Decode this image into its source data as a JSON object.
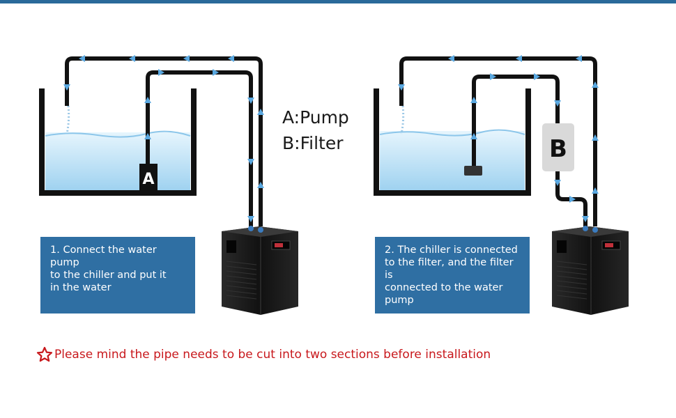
{
  "legend": {
    "pump": "A:Pump",
    "filter": "B:Filter"
  },
  "markers": {
    "pump": "A",
    "filter": "B"
  },
  "captions": [
    {
      "lines": [
        "1. Connect the water pump",
        "to the chiller and put it",
        "in the water"
      ]
    },
    {
      "lines": [
        "2. The chiller is connected",
        "to the filter, and the filter is",
        "connected to the water",
        "pump"
      ]
    }
  ],
  "note": {
    "text": "Please mind the pipe needs to be cut into two sections before installation"
  },
  "colors": {
    "header": "#2a6a9a",
    "caption_bg": "#2f6fa3",
    "water": "#bfe3f7",
    "pipe": "#111111",
    "arrow": "#5aa8e0",
    "note": "#c8181c"
  },
  "icons": [
    "flow-arrow-icon",
    "red-star-icon"
  ]
}
